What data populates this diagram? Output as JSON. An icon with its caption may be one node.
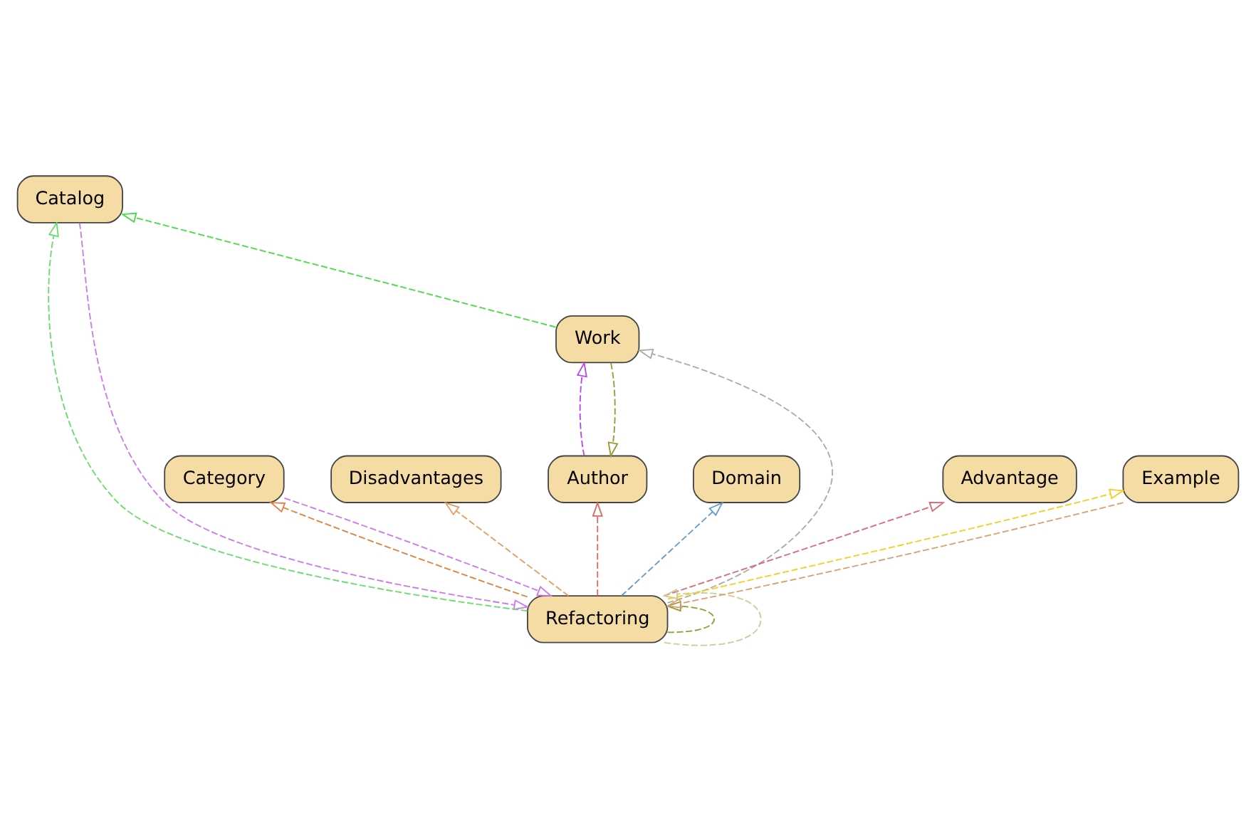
{
  "diagram": {
    "nodes": [
      {
        "text": [
          "Disadvantages"
        ]
      },
      {
        "text": [
          "Author"
        ]
      },
      {
        "text": [
          "Domain"
        ]
      },
      {
        "text": [
          "Work"
        ]
      },
      {
        "text": [
          "Advantage"
        ]
      },
      {
        "text": [
          "Catalog"
        ]
      },
      {
        "text": [
          "Category"
        ]
      },
      {
        "text": [
          "Refactoring"
        ]
      },
      {
        "text": [
          "Example"
        ]
      }
    ],
    "edges": [
      {
        "from": 7,
        "to": 0,
        "arrow": "to",
        "style": "dashed",
        "color": "#e0a060"
      },
      {
        "from": 7,
        "to": 2,
        "arrow": "to",
        "style": "dashed",
        "color": "#6699cc"
      },
      {
        "from": 7,
        "to": 1,
        "arrow": "to",
        "style": "dashed",
        "color": "#dd6666"
      },
      {
        "from": 7,
        "to": 3,
        "arrow": "to",
        "style": "dashed",
        "color": "#aaaaaa"
      },
      {
        "from": 7,
        "to": 4,
        "arrow": "to",
        "style": "dashed",
        "color": "#dd6677"
      },
      {
        "from": 1,
        "to": 3,
        "arrow": "to",
        "style": "dashed",
        "color": "#bb44ee"
      },
      {
        "from": 3,
        "to": 1,
        "arrow": "to",
        "style": "dashed",
        "color": "#999933"
      },
      {
        "from": 3,
        "to": 5,
        "arrow": "to",
        "style": "dashed",
        "color": "#44dd44"
      },
      {
        "from": 7,
        "to": 6,
        "arrow": "to",
        "style": "dashed",
        "color": "#e08040"
      },
      {
        "from": 6,
        "to": 7,
        "arrow": "to",
        "style": "dashed",
        "color": "#cc77ee"
      },
      {
        "from": 5,
        "to": 7,
        "arrow": "to",
        "style": "dashed",
        "color": "#cc77ee"
      },
      {
        "from": 7,
        "to": 5,
        "arrow": "to",
        "style": "dashed",
        "color": "#66dd66"
      },
      {
        "from": 7,
        "to": 7,
        "arrow": "to",
        "style": "dashed",
        "color": "#999933"
      },
      {
        "from": 7,
        "to": 7,
        "arrow": "to",
        "style": "dashed",
        "color": "#cccc99"
      },
      {
        "from": 7,
        "to": 8,
        "arrow": "to",
        "style": "dashed",
        "color": "#f0d020"
      },
      {
        "from": 8,
        "to": 7,
        "arrow": "to",
        "style": "dashed",
        "color": "#d8a070"
      }
    ]
  }
}
